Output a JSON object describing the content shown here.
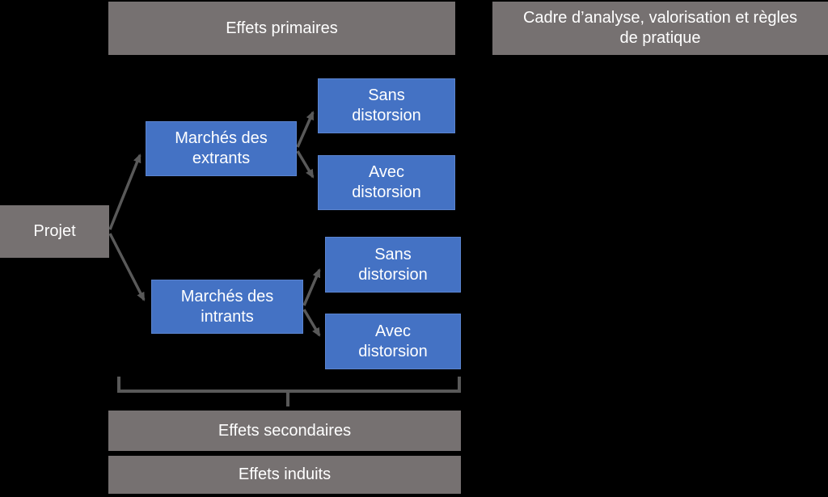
{
  "top_headers": {
    "effets_primaires": "Effets primaires",
    "cadre": "Cadre d’analyse, valorisation et règles de pratique"
  },
  "nodes": {
    "projet": "Projet",
    "marches_extrants": "Marchés des extrants",
    "marches_intrants": "Marchés des intrants",
    "extrants_sans": "Sans distorsion",
    "extrants_avec": "Avec distorsion",
    "intrants_sans": "Sans distorsion",
    "intrants_avec": "Avec distorsion"
  },
  "bottom_bars": {
    "effets_secondaires": "Effets secondaires",
    "effets_induits": "Effets induits"
  },
  "colors": {
    "background": "#000000",
    "gray_box": "#767171",
    "blue_box": "#4472C4",
    "connector": "#595959",
    "text": "#FFFFFF"
  }
}
